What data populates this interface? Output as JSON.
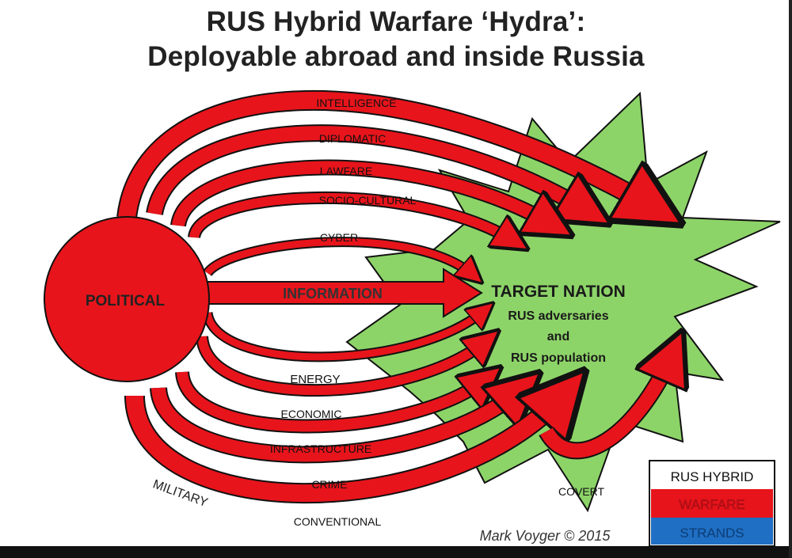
{
  "title": {
    "line1": "RUS Hybrid Warfare ‘Hydra’:",
    "line2": "Deployable abroad and inside Russia"
  },
  "political": "POLITICAL",
  "military": "MILITARY",
  "information": "INFORMATION",
  "strands": {
    "intelligence": "INTELLIGENCE",
    "diplomatic": "DIPLOMATIC",
    "lawfare": "LAWFARE",
    "socio_cultural": "SOCIO-CULTURAL",
    "cyber": "CYBER",
    "energy": "ENERGY",
    "economic": "ECONOMIC",
    "infrastructure": "INFRASTRUCTURE",
    "crime": "CRIME",
    "conventional": "CONVENTIONAL",
    "covert": "COVERT"
  },
  "target": {
    "line1": "TARGET NATION",
    "line2": "RUS adversaries",
    "line3": "and",
    "line4": "RUS population"
  },
  "legend": {
    "line1": "RUS HYBRID",
    "line2": "WARFARE",
    "line3": "STRANDS"
  },
  "credit": "Mark Voyger © 2015",
  "colors": {
    "arrow": "#e8141b",
    "burst": "#8dd468",
    "legend_blue": "#1f6fc4"
  }
}
